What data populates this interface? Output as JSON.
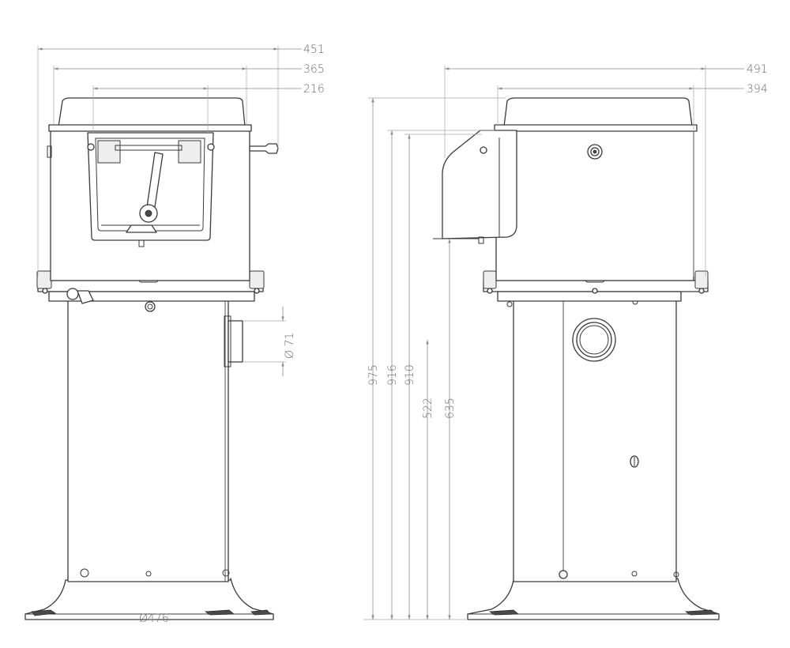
{
  "front_view": {
    "dims": {
      "overall_width": "451",
      "lid_width": "365",
      "window_width": "216",
      "outlet_diameter": "Ø 71",
      "base_diameter": "Ø476"
    }
  },
  "side_view": {
    "dims": {
      "overall_depth": "491",
      "lid_depth": "394",
      "height_total": "975",
      "height_body_top": "916",
      "height_flange": "910",
      "height_outlet": "522",
      "height_chute": "635"
    }
  },
  "colors": {
    "outline": "#3a3a3a",
    "dimension": "#8a8a8a",
    "background": "#ffffff"
  }
}
